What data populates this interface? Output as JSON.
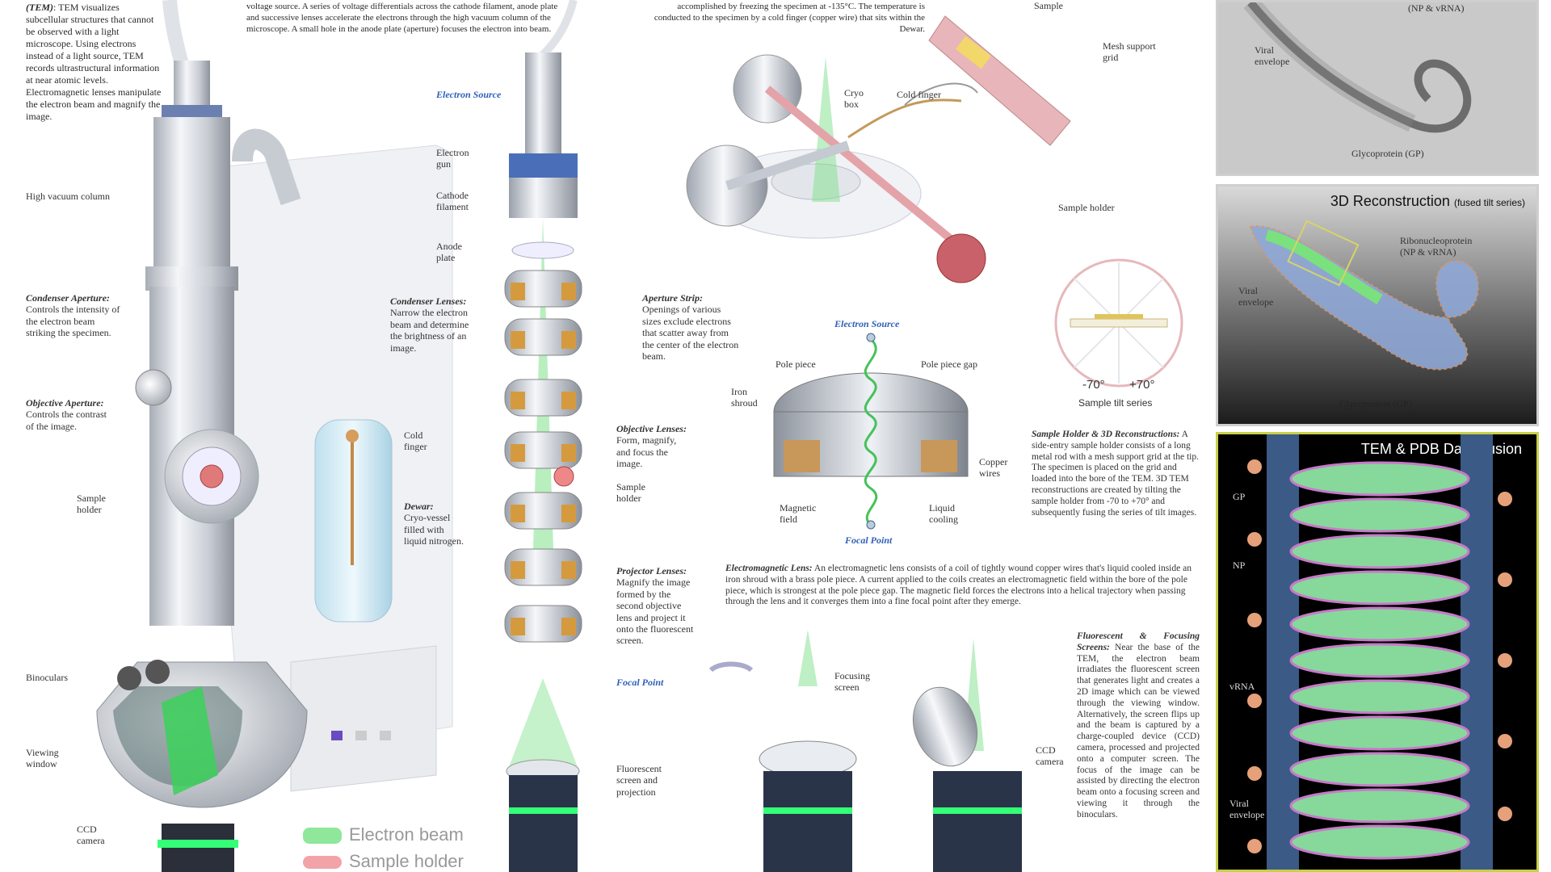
{
  "intro": {
    "heading": "(TEM)",
    "text": ": TEM visualizes subcellular structures that cannot be observed with a light microscope. Using electrons instead of a light source, TEM records ultrastructural information at near atomic levels. Electromagnetic lenses manipulate the electron beam and magnify the image."
  },
  "top_texts": {
    "voltage": "voltage source. A series of voltage differentials across the cathode filament, anode plate and successive lenses accelerate the electrons through the high vacuum column of the microscope. A small hole in the anode plate (aperture) focuses the electron into beam.",
    "freezing": "accomplished by freezing the specimen at -135°C. The temperature is conducted to the specimen by a cold finger (copper wire) that sits within the Dewar."
  },
  "left_labels": {
    "high_vacuum": "High vacuum column",
    "condenser_title": "Condenser Aperture:",
    "condenser_text": "Controls the intensity of the electron beam striking the specimen.",
    "objective_title": "Objective Aperture:",
    "objective_text": "Controls the contrast of the image.",
    "sample_holder": "Sample holder",
    "cold_finger": "Cold finger",
    "dewar_title": "Dewar:",
    "dewar_text": "Cryo-vessel filled with liquid nitrogen.",
    "binoculars": "Binoculars",
    "viewing_window": "Viewing window",
    "ccd_camera": "CCD camera"
  },
  "legend": {
    "electron_beam": "Electron beam",
    "sample_holder": "Sample holder",
    "beam_color": "#8ee79a",
    "holder_color": "#f2a3a8"
  },
  "column_labels": {
    "electron_source": "Electron Source",
    "electron_gun": "Electron gun",
    "cathode": "Cathode filament",
    "anode": "Anode plate",
    "condenser_title": "Condenser Lenses:",
    "condenser_text": "Narrow the electron beam and determine the brightness of an image.",
    "objective_title": "Objective Lenses:",
    "objective_text": "Form, magnify, and focus the image.",
    "sample_holder": "Sample holder",
    "projector_title": "Projector Lenses:",
    "projector_text": "Magnify the image formed by the second objective lens and project it onto the fluorescent screen.",
    "focal_point": "Focal Point",
    "fluorescent": "Fluorescent screen and projection"
  },
  "aperture_strip": {
    "title": "Aperture Strip:",
    "text": "Openings of various sizes exclude electrons that scatter away from the center of the electron beam."
  },
  "cryo": {
    "cryo_box": "Cryo box",
    "cold_finger": "Cold finger"
  },
  "holder_labels": {
    "sample": "Sample",
    "mesh": "Mesh support grid",
    "sample_holder": "Sample holder",
    "tilt_minus": "-70°",
    "tilt_plus": "+70°",
    "tilt_series": "Sample tilt series"
  },
  "lens": {
    "electron_source": "Electron Source",
    "pole_piece": "Pole piece",
    "pole_gap": "Pole piece gap",
    "iron_shroud": "Iron shroud",
    "copper_wires": "Copper wires",
    "magnetic_field": "Magnetic field",
    "liquid_cooling": "Liquid cooling",
    "focal_point": "Focal Point",
    "desc_title": "Electromagnetic Lens:",
    "desc_text": "An electromagnetic lens consists of a coil of tightly wound copper wires that's liquid cooled inside an iron shroud with a brass pole piece. A current applied to the coils creates an electromagnetic field within the bore of the pole piece, which is strongest at the pole piece gap. The magnetic field forces the electrons into a helical trajectory when passing through the lens and it converges them into a fine focal point after they emerge."
  },
  "screens": {
    "focusing_screen": "Focusing screen",
    "ccd_camera": "CCD camera",
    "desc_title": "Fluorescent & Focusing Screens:",
    "desc_text": "Near the base of the TEM, the electron beam irradiates the fluorescent screen that generates light and creates a 2D image which can be viewed through the viewing window. Alternatively, the screen flips up and the beam is captured by a charge-coupled device (CCD) camera, processed and projected onto a computer screen. The focus of the image can be assisted by directing the electron beam onto a focusing screen and viewing it through the binoculars."
  },
  "sample_desc": {
    "title": "Sample Holder & 3D Reconstructions:",
    "text": "A side-entry sample holder consists of a long metal rod with a mesh support grid at the tip. The specimen is placed on the grid and loaded into the bore of the TEM. 3D TEM reconstructions are created by tilting the sample holder from -70 to +70° and subsequently fusing the series of tilt images."
  },
  "panel1": {
    "title": "(NP & vRNA)",
    "viral_envelope": "Viral envelope",
    "glycoprotein": "Glycoprotein (GP)"
  },
  "panel2": {
    "title": "3D Reconstruction",
    "subtitle": "(fused tilt series)",
    "ribonucleoprotein": "Ribonucleoprotein (NP & vRNA)",
    "viral_envelope": "Viral envelope",
    "glycoprotein": "Glycoprotein (GP)"
  },
  "panel3": {
    "title": "TEM & PDB Data Fusion",
    "gp": "GP",
    "np": "NP",
    "vrna": "vRNA",
    "viral_envelope": "Viral envelope"
  }
}
